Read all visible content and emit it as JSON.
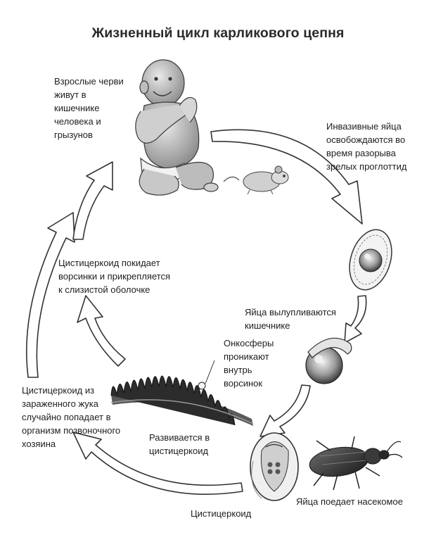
{
  "title": "Жизненный цикл карликового цепня",
  "labels": {
    "adult": "Взрослые черви\nживут в\nкишечнике\nчеловека и\nгрызунов",
    "eggs_released": "Инвазивные яйца\nосвобождаются во\nвремя разорыва\nзрелых проглоттид",
    "eggs_hatch": "Яйца вылупливаются\nкишечнике",
    "oncospheres": "Онкосферы\nпроникают\nвнутрь\nворсинок",
    "develops": "Развивается в\nцистицеркоид",
    "insect_eats": "Яйца поедает насекомое",
    "cysticercoid": "Цистицеркоид",
    "from_beetle": "Цистицеркоид из\nзараженного жука\nслучайно попадает в\nорганизм позвоночного\nхозяина",
    "leaves_villi": "Цистицеркоид покидает\nворсинки и прикрепляется\nк слизистой оболочке"
  },
  "illustrations": [
    "baby",
    "mouse",
    "egg",
    "hatching-egg",
    "beetle",
    "cysticercoid-in-egg",
    "intestinal-villi"
  ],
  "colors": {
    "ink": "#222222",
    "arrow_fill": "#ffffff",
    "arrow_stroke": "#333333"
  }
}
